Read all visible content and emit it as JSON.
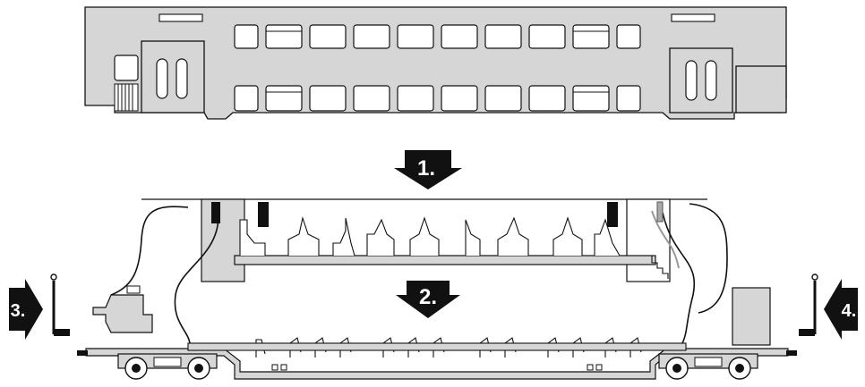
{
  "steps": {
    "step1": "1.",
    "step2": "2.",
    "step3": "3.",
    "step4": "4."
  },
  "colors": {
    "body": "#d6d6d6",
    "dark": "#111111",
    "white": "#ffffff"
  }
}
